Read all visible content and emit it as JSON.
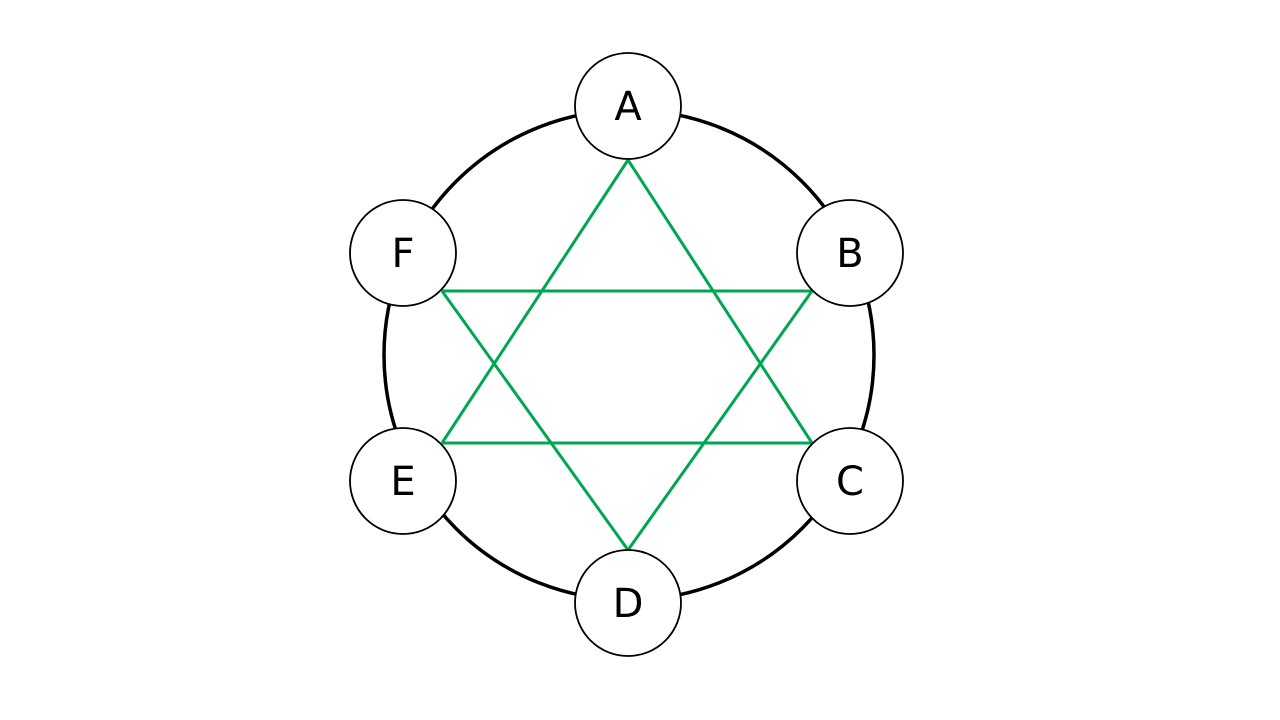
{
  "diagram": {
    "colors": {
      "ring": "#000000",
      "star": "#00a651",
      "node_fill": "#ffffff",
      "node_stroke": "#000000"
    },
    "nodes": [
      {
        "id": "A",
        "label": "A"
      },
      {
        "id": "B",
        "label": "B"
      },
      {
        "id": "C",
        "label": "C"
      },
      {
        "id": "D",
        "label": "D"
      },
      {
        "id": "E",
        "label": "E"
      },
      {
        "id": "F",
        "label": "F"
      }
    ],
    "triangles": [
      [
        "A",
        "C",
        "E"
      ],
      [
        "B",
        "D",
        "F"
      ]
    ]
  }
}
